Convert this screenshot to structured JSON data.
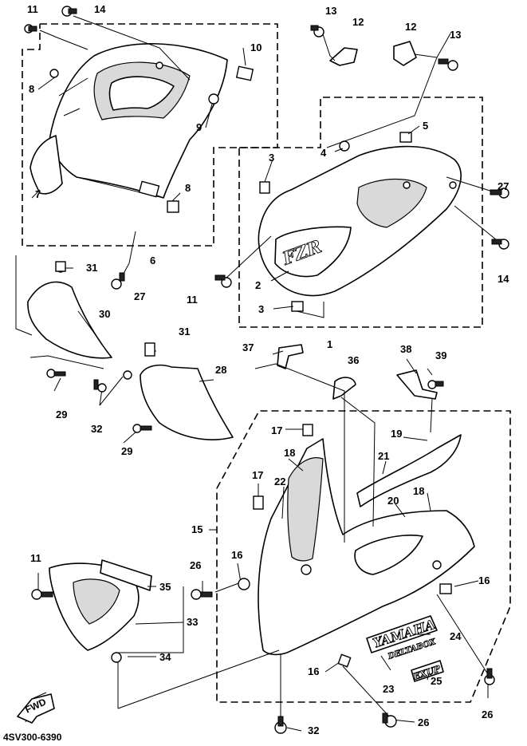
{
  "diagram": {
    "code": "4SV300-6390",
    "fwd_label": "FWD",
    "decal_texts": {
      "yamaha": "YAMAHA",
      "deltabox": "DELTABOX",
      "exup": "EXUP"
    },
    "callouts": {
      "c1": "1",
      "c2": "2",
      "c3a": "3",
      "c3b": "3",
      "c4": "4",
      "c5": "5",
      "c6": "6",
      "c7": "7",
      "c8a": "8",
      "c8b": "8",
      "c9": "9",
      "c10": "10",
      "c11a": "11",
      "c11b": "11",
      "c11c": "11",
      "c12a": "12",
      "c12b": "12",
      "c13a": "13",
      "c13b": "13",
      "c14a": "14",
      "c14b": "14",
      "c15": "15",
      "c16a": "16",
      "c16b": "16",
      "c16c": "16",
      "c17a": "17",
      "c17b": "17",
      "c18a": "18",
      "c18b": "18",
      "c19": "19",
      "c20": "20",
      "c21": "21",
      "c22": "22",
      "c23": "23",
      "c24": "24",
      "c25": "25",
      "c26a": "26",
      "c26b": "26",
      "c26c": "26",
      "c27a": "27",
      "c27b": "27",
      "c28": "28",
      "c29a": "29",
      "c29b": "29",
      "c30": "30",
      "c31a": "31",
      "c31b": "31",
      "c32a": "32",
      "c32b": "32",
      "c33": "33",
      "c34": "34",
      "c35": "35",
      "c36": "36",
      "c37": "37",
      "c38": "38",
      "c39": "39"
    }
  }
}
